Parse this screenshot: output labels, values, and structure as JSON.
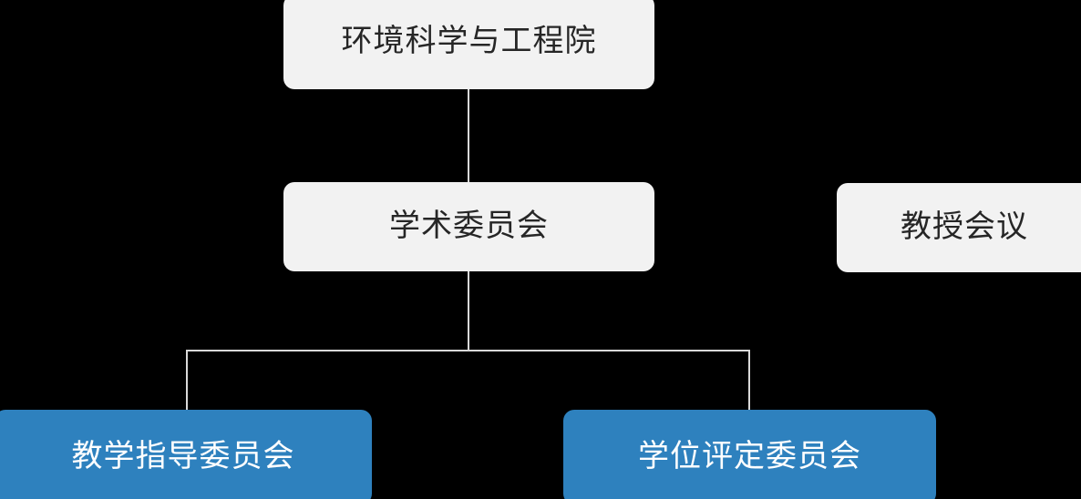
{
  "diagram": {
    "type": "org-chart",
    "orientation": "top-down",
    "background_color": "#000000",
    "line_color": "#D9D9D9",
    "nodes": [
      {
        "id": "college",
        "label": "环境科学与工程院",
        "level": 0,
        "style": "light",
        "fill": "#F2F2F2",
        "text_color": "#262626"
      },
      {
        "id": "academic_committee",
        "label": "学术委员会",
        "level": 1,
        "style": "light",
        "fill": "#F2F2F2",
        "text_color": "#262626"
      },
      {
        "id": "professors_meeting",
        "label": "教授会议",
        "level": 1,
        "style": "light",
        "fill": "#F2F2F2",
        "text_color": "#262626"
      },
      {
        "id": "teaching_committee",
        "label": "教学指导委员会",
        "level": 2,
        "style": "accent",
        "fill": "#2E81BE",
        "text_color": "#FFFFFF"
      },
      {
        "id": "degree_committee",
        "label": "学位评定委员会",
        "level": 2,
        "style": "accent",
        "fill": "#2E81BE",
        "text_color": "#FFFFFF"
      }
    ],
    "edges": [
      {
        "from": "college",
        "to": "academic_committee"
      },
      {
        "from": "academic_committee",
        "to": "teaching_committee"
      },
      {
        "from": "academic_committee",
        "to": "degree_committee"
      }
    ]
  }
}
